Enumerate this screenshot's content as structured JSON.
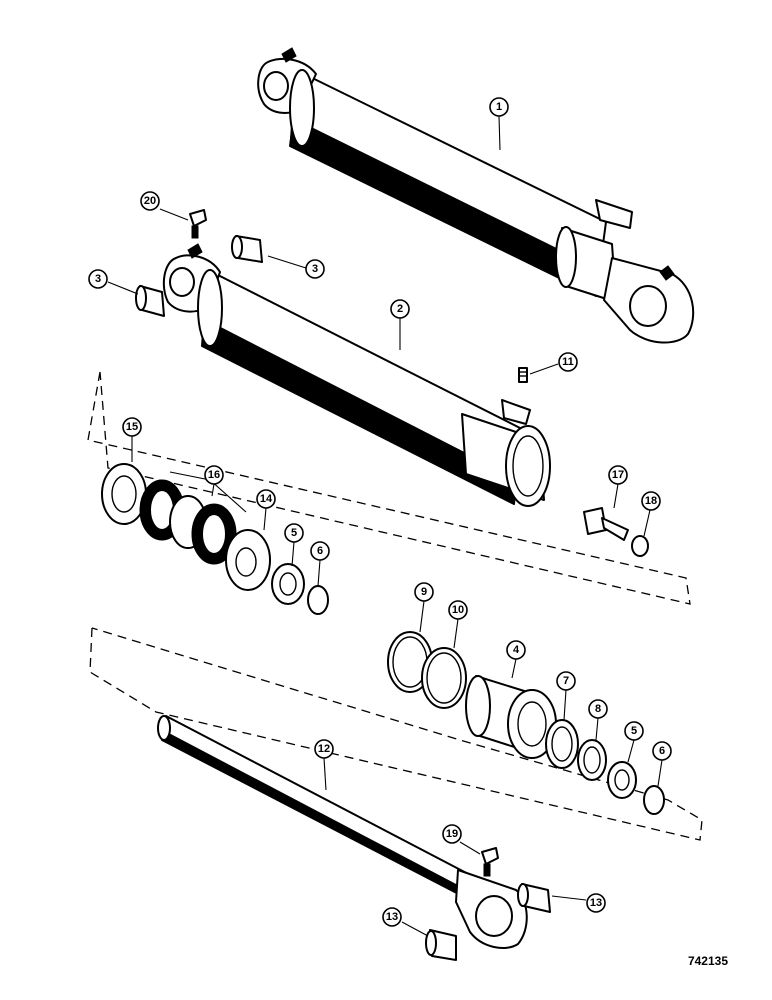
{
  "drawing_number": "742135",
  "callouts": {
    "c1": "1",
    "c2": "2",
    "c3a": "3",
    "c3b": "3",
    "c4": "4",
    "c5a": "5",
    "c5b": "5",
    "c6a": "6",
    "c6b": "6",
    "c7": "7",
    "c8": "8",
    "c9": "9",
    "c10": "10",
    "c11": "11",
    "c12": "12",
    "c13a": "13",
    "c13b": "13",
    "c14": "14",
    "c15": "15",
    "c16": "16",
    "c17": "17",
    "c18": "18",
    "c19": "19",
    "c20": "20"
  }
}
